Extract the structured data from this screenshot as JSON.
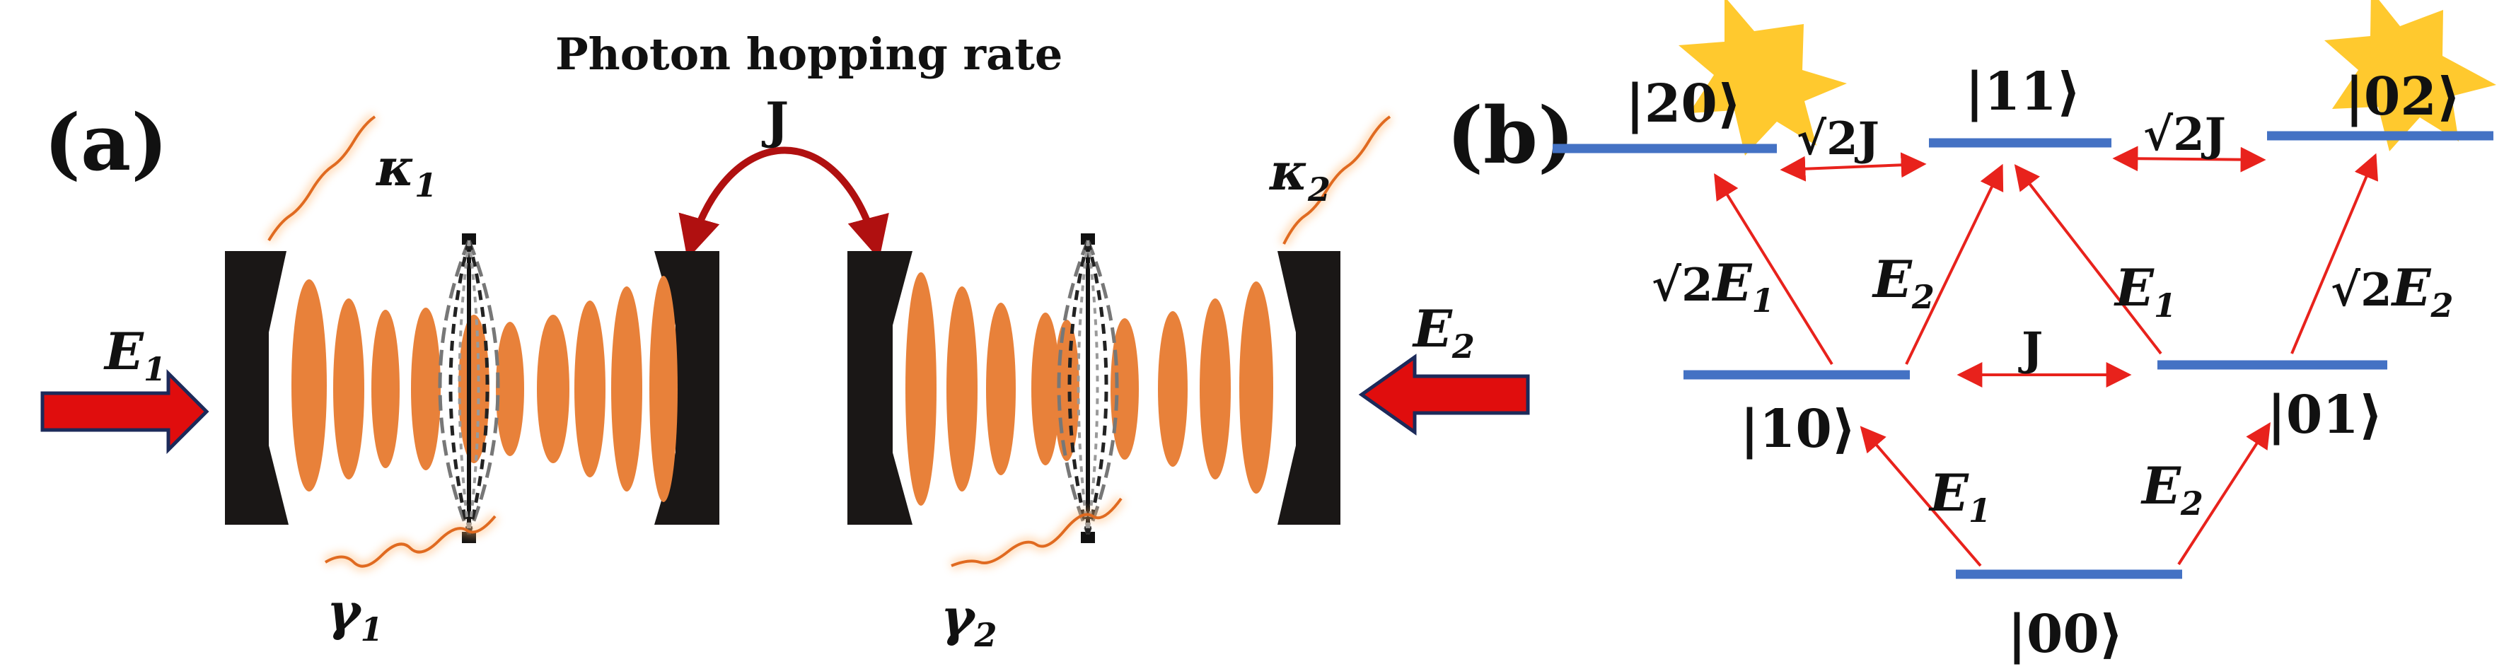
{
  "panel_a": {
    "label": "(a)",
    "header": "Photon hopping rate",
    "hop_symbol": "J",
    "drive_left": {
      "symbol": "E",
      "sub": "1"
    },
    "drive_right": {
      "symbol": "E",
      "sub": "2"
    },
    "kappa_left": {
      "symbol": "κ",
      "sub": "1"
    },
    "kappa_right": {
      "symbol": "κ",
      "sub": "2"
    },
    "gamma_left": {
      "symbol": "γ",
      "sub": "1"
    },
    "gamma_right": {
      "symbol": "γ",
      "sub": "2"
    }
  },
  "panel_b": {
    "label": "(b)",
    "states": {
      "s20": "|20⟩",
      "s11": "|11⟩",
      "s02": "|02⟩",
      "s10": "|10⟩",
      "s01": "|01⟩",
      "s00": "|00⟩"
    },
    "couplings": {
      "top_left": {
        "prefix": "√2",
        "symbol": "J"
      },
      "top_right": {
        "prefix": "√2",
        "symbol": "J"
      },
      "middle": {
        "symbol": "J"
      }
    },
    "drives": {
      "r1": {
        "prefix": "√2",
        "symbol": "E",
        "sub": "1"
      },
      "r2": {
        "symbol": "E",
        "sub": "2"
      },
      "r3": {
        "symbol": "E",
        "sub": "1"
      },
      "r4": {
        "prefix": "√2",
        "symbol": "E",
        "sub": "2"
      },
      "r5": {
        "symbol": "E",
        "sub": "1"
      },
      "r6": {
        "symbol": "E",
        "sub": "2"
      }
    }
  },
  "colors": {
    "level": "#4472c4",
    "transition": "#e8221c",
    "hop_arrow": "#b01010",
    "field": "#e8813a",
    "mirror": "#1a1716",
    "drive_arrow": "#e00d0d",
    "starburst": "#ffc92e"
  }
}
